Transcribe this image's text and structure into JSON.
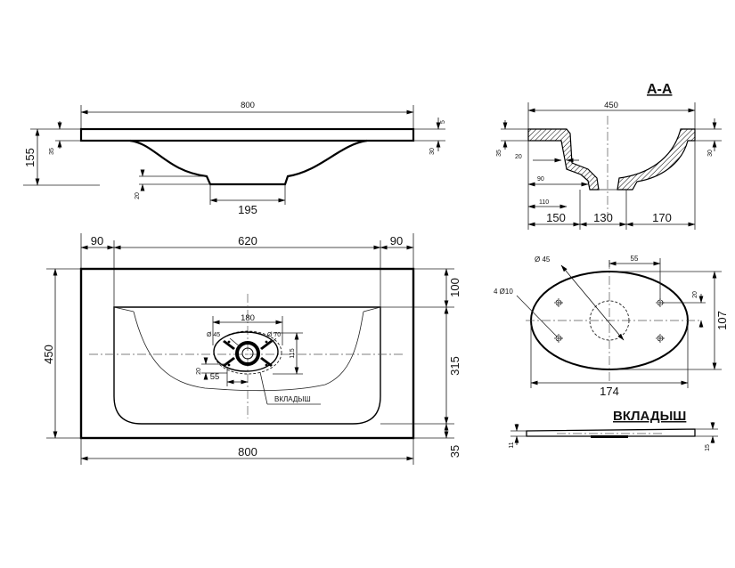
{
  "labels": {
    "section_title": "A-A",
    "insert_title": "ВКЛАДЫШ",
    "insert_callout": "ВКЛАДЫШ"
  },
  "side_view": {
    "width": "800",
    "height": "155",
    "rim_thickness": "35",
    "bottom_thickness": "20",
    "base_width": "195",
    "right_small": "5",
    "right_thickness": "30"
  },
  "section_view": {
    "width": "450",
    "rim": "35",
    "wall": "20",
    "right_rim": "30",
    "inner_90": "90",
    "inner_110": "110",
    "seg_left": "150",
    "seg_mid": "130",
    "seg_right": "170"
  },
  "top_view": {
    "seg_left": "90",
    "seg_mid": "620",
    "seg_right": "90",
    "depth": "450",
    "back": "100",
    "bowl": "315",
    "front": "35",
    "width": "800",
    "hole_spacing": "180",
    "drain_d45": "Ø 45",
    "insert_d70": "Ø 70",
    "dim_115": "115",
    "dim_20": "20",
    "dim_55": "55"
  },
  "insert_view": {
    "drain": "Ø 45",
    "offset": "55",
    "holes": "4 Ø10",
    "hole_offset": "20",
    "height": "107",
    "width": "174",
    "thickness_left": "11",
    "thickness_right": "15"
  }
}
